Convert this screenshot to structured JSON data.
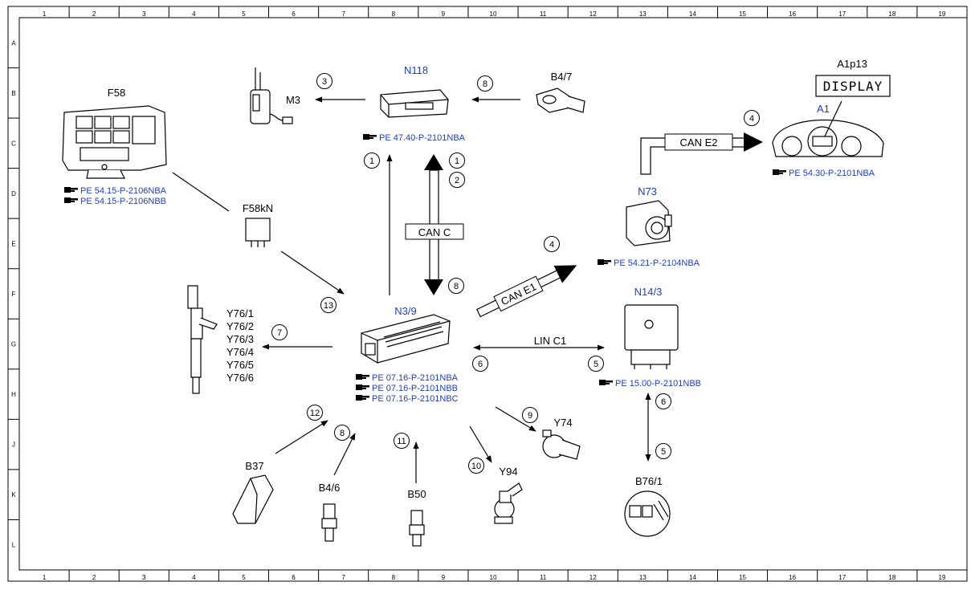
{
  "grid": {
    "columns": [
      "1",
      "2",
      "3",
      "4",
      "5",
      "6",
      "7",
      "8",
      "9",
      "10",
      "11",
      "12",
      "13",
      "14",
      "15",
      "16",
      "17",
      "18",
      "19"
    ],
    "rows": [
      "A",
      "B",
      "C",
      "D",
      "E",
      "F",
      "G",
      "H",
      "J",
      "K",
      "L"
    ]
  },
  "colors": {
    "label": "#000000",
    "module_label": "#1f3fbf",
    "reference": "#1f3fbf",
    "line": "#000000",
    "frame": "#000000"
  },
  "components": {
    "f58": {
      "label": "F58",
      "refs": [
        "PE 54.15-P-2106NBA",
        "PE 54.15-P-2106NBB"
      ]
    },
    "f58kn": {
      "label": "F58kN"
    },
    "m3": {
      "label": "M3"
    },
    "n118": {
      "label": "N118",
      "refs": [
        "PE 47.40-P-2101NBA"
      ]
    },
    "b4_7": {
      "label": "B4/7"
    },
    "a1p13": {
      "label": "A1p13",
      "display_text": "DISPLAY"
    },
    "a1": {
      "label": "A1",
      "refs": [
        "PE 54.30-P-2101NBA"
      ]
    },
    "n73": {
      "label": "N73",
      "refs": [
        "PE 54.21-P-2104NBA"
      ]
    },
    "n14_3": {
      "label": "N14/3",
      "refs": [
        "PE 15.00-P-2101NBB"
      ]
    },
    "n3_9": {
      "label": "N3/9",
      "refs": [
        "PE 07.16-P-2101NBA",
        "PE 07.16-P-2101NBB",
        "PE 07.16-P-2101NBC"
      ]
    },
    "y76": {
      "labels": [
        "Y76/1",
        "Y76/2",
        "Y76/3",
        "Y76/4",
        "Y76/5",
        "Y76/6"
      ]
    },
    "y74": {
      "label": "Y74"
    },
    "y94": {
      "label": "Y94"
    },
    "b76_1": {
      "label": "B76/1"
    },
    "b37": {
      "label": "B37"
    },
    "b4_6": {
      "label": "B4/6"
    },
    "b50": {
      "label": "B50"
    }
  },
  "buses": {
    "can_c": "CAN C",
    "can_e1": "CAN E1",
    "can_e2": "CAN E2",
    "lin_c1": "LIN C1"
  },
  "signals": {
    "s3": "3",
    "s8_top": "8",
    "s1_left": "1",
    "s1_right": "1",
    "s2": "2",
    "s8_can": "8",
    "s4_n73": "4",
    "s4_a1": "4",
    "s13": "13",
    "s7": "7",
    "s6_lin": "6",
    "s5_lin": "5",
    "s6_b76": "6",
    "s5_b76": "5",
    "s9": "9",
    "s10": "10",
    "s11": "11",
    "s12": "12",
    "s8_b46": "8"
  }
}
